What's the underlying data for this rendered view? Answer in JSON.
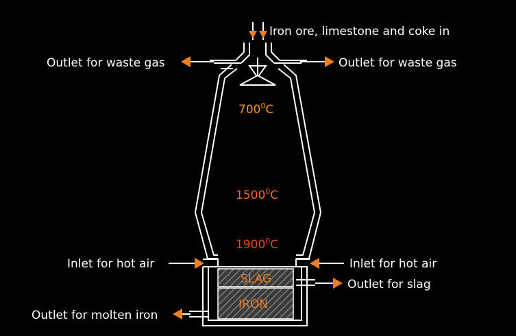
{
  "labels": {
    "input": "Iron ore, limestone and coke in",
    "waste_gas_left": "Outlet for waste gas",
    "waste_gas_right": "Outlet for waste gas",
    "hot_air_left": "Inlet for hot air",
    "hot_air_right": "Inlet for hot air",
    "slag_outlet": "Outlet for slag",
    "iron_outlet": "Outlet for molten iron"
  },
  "temperatures": {
    "t700": {
      "value": "700",
      "unit": "C",
      "superscript": "0"
    },
    "t1500": {
      "value": "1500",
      "unit": "C",
      "superscript": "0"
    },
    "t1900": {
      "value": "1900",
      "unit": "C",
      "superscript": "0"
    }
  },
  "zones": {
    "slag": "SLAG",
    "iron": "IRON"
  },
  "colors": {
    "background": "#000000",
    "outline": "#ffffff",
    "arrow": "#f07f22",
    "temp_700": "#f39325",
    "temp_1500": "#f26a21",
    "temp_1900": "#e8441c",
    "zone_text": "#e67e22",
    "hatch": "#8a8a8a"
  }
}
